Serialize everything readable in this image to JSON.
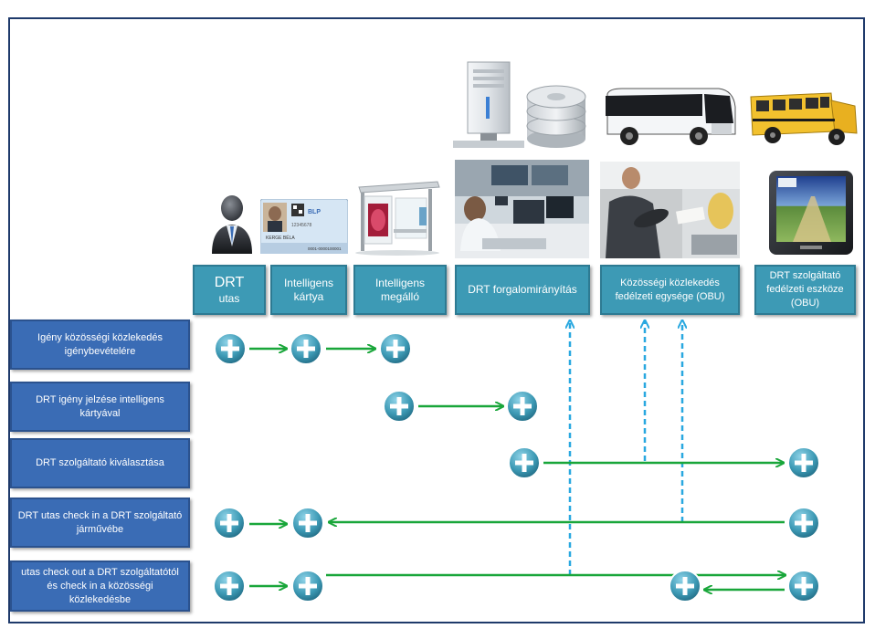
{
  "headers": [
    {
      "id": "drt-utas",
      "line1": "DRT",
      "line2": "utas"
    },
    {
      "id": "intelligens-kartya",
      "line1": "Intelligens",
      "line2": "kártya"
    },
    {
      "id": "intelligens-megallo",
      "line1": "Intelligens",
      "line2": "megálló"
    },
    {
      "id": "drt-forgalomiranyitas",
      "line1": "DRT forgalomirányítás",
      "line2": ""
    },
    {
      "id": "kozossegi-obu",
      "line1": "Közösségi közlekedés",
      "line2": "fedélzeti egysége (OBU)"
    },
    {
      "id": "drt-szolgaltato-obu",
      "line1": "DRT szolgáltató",
      "line2": "fedélzeti eszköze (OBU)"
    }
  ],
  "rows": [
    {
      "id": "row-1",
      "text": "Igény közösségi közlekedés igénybevételére"
    },
    {
      "id": "row-2",
      "text": "DRT igény jelzése intelligens kártyával"
    },
    {
      "id": "row-3",
      "text": "DRT szolgáltató kiválasztása"
    },
    {
      "id": "row-4",
      "text": "DRT utas check in a DRT szolgáltató járművébe"
    },
    {
      "id": "row-5",
      "text": "utas check out a DRT szolgáltatótól és check in a közösségi közlekedésbe"
    }
  ],
  "images": {
    "person": "person-icon",
    "id_card": "id-card-image",
    "bus_stop": "bus-stop-image",
    "server": "server-icon",
    "database": "database-icon",
    "control_room": "control-room-photo",
    "bus": "bus-icon",
    "driver": "bus-driver-photo",
    "school_bus": "school-bus-icon",
    "gps": "gps-device-icon"
  },
  "card": {
    "name": "KERGE BÉLA",
    "brand": "BLP",
    "number": "12345678",
    "serial": "0001-0000100001"
  },
  "colors": {
    "header": "#3d9ab5",
    "row": "#3a6cb5",
    "arrow_green": "#19a63a",
    "arrow_dashed": "#29a8e0",
    "plus": "#4aa6c4"
  }
}
